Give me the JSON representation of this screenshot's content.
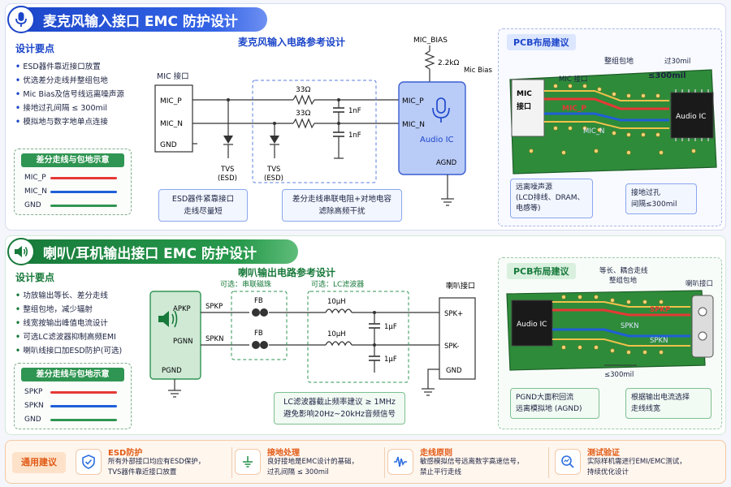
{
  "mic_section": {
    "title": "麦克风输入接口 EMC 防护设计",
    "points_title": "设计要点",
    "points": [
      "ESD器件靠近接口放置",
      "优选差分走线并整组包地",
      "Mic Bias及信号线远离噪声源",
      "接地过孔间隔 ≤ 300mil",
      "模拟地与数字地单点连接"
    ],
    "legend_title": "差分走线与包地示意",
    "legend": [
      {
        "label": "MIC_P",
        "color": "#e53935"
      },
      {
        "label": "MIC_N",
        "color": "#1e5fd8"
      },
      {
        "label": "GND",
        "color": "#2f9552"
      }
    ],
    "circuit_title": "麦克风输入电路参考设计",
    "connector_label": "MIC 接口",
    "pins": [
      "MIC_P",
      "MIC_N",
      "GND"
    ],
    "bias_label": "MIC_BIAS",
    "bias_resistor": "2.2kΩ",
    "bias_note": "Mic Bias",
    "series_resistor_p": "33Ω",
    "series_resistor_n": "33Ω",
    "cap_p": "1nF",
    "cap_n": "1nF",
    "tvs_label_1": "TVS",
    "tvs_label_2": "(ESD)",
    "ic_pin_p": "MIC_P",
    "ic_pin_n": "MIC_N",
    "ic_label": "Audio IC",
    "ic_gnd": "AGND",
    "note_esd": [
      "ESD器件紧靠接口",
      "走线尽量短"
    ],
    "note_filter": [
      "差分走线串联电阻+对地电容",
      "滤除高频干扰"
    ],
    "pcb_title": "PCB布局建议",
    "pcb_connector": [
      "MIC",
      "接口"
    ],
    "pcb_trace_label": "MIC 接口",
    "pcb_guard": "整组包地",
    "pcb_via_top": "过30mil",
    "pcb_via_spacing": "≤300mil",
    "pcb_trace_p": "MIC_P",
    "pcb_trace_n": "MIC_N",
    "pcb_ic": "Audio IC",
    "pcb_note_left": [
      "远离噪声源",
      "(LCD排线、DRAM、",
      "电感等)"
    ],
    "pcb_note_right": [
      "接地过孔",
      "间隔≤300mil"
    ]
  },
  "spk_section": {
    "title": "喇叭/耳机输出接口 EMC 防护设计",
    "points_title": "设计要点",
    "points": [
      "功放输出等长、差分走线",
      "整组包地，减少辐射",
      "线宽按输出峰值电流设计",
      "可选LC滤波器抑制高频EMI",
      "喇叭线接口加ESD防护(可选)"
    ],
    "legend_title": "差分走线与包地示意",
    "legend": [
      {
        "label": "SPKP",
        "color": "#e53935"
      },
      {
        "label": "SPKN",
        "color": "#1e5fd8"
      },
      {
        "label": "GND",
        "color": "#2f9552"
      }
    ],
    "circuit_title": "喇叭输出电路参考设计",
    "amp_pin_p": "APKP",
    "amp_pin_n": "PGNN",
    "amp_gnd": "PGND",
    "net_p": "SPKP",
    "net_n": "SPKN",
    "bead_title": "可选：串联磁珠",
    "bead_label": "FB",
    "lc_title": "可选：LC滤波器",
    "inductor": "10μH",
    "cap": "1μF",
    "connector_title": "喇叭接口",
    "connector_pins": [
      "SPK+",
      "SPK-",
      "GND"
    ],
    "note_lc": [
      "LC滤波器截止频率建议 ≥ 1MHz",
      "避免影响20Hz~20kHz音频信号"
    ],
    "pcb_title": "PCB布局建议",
    "pcb_label_top": [
      "等长、耦合走线",
      "整组包地"
    ],
    "pcb_connector_title": "喇叭接口",
    "pcb_ic": "Audio IC",
    "pcb_trace_p": "SPKP",
    "pcb_trace_n": "SPKN",
    "pcb_via_spacing": "≤300mil",
    "pcb_note_left": [
      "PGND大面积回流",
      "远离模拟地 (AGND)"
    ],
    "pcb_note_right": [
      "根据输出电流选择",
      "走线线宽"
    ]
  },
  "footer": {
    "label": "通用建议",
    "tips": [
      {
        "title": "ESD防护",
        "text": [
          "所有外部接口均应有ESD保护，",
          "TVS器件靠近接口放置"
        ],
        "icon": "shield-check-icon"
      },
      {
        "title": "接地处理",
        "text": [
          "良好接地是EMC设计的基础，",
          "过孔间隔 ≤ 300mil"
        ],
        "icon": "ground-icon"
      },
      {
        "title": "走线原则",
        "text": [
          "敏感模拟信号远离数字高速信号，",
          "禁止平行走线"
        ],
        "icon": "signal-wave-icon"
      },
      {
        "title": "测试验证",
        "text": [
          "实际样机需进行EMI/EMC测试，",
          "持续优化设计"
        ],
        "icon": "magnifier-chart-icon"
      }
    ]
  },
  "colors": {
    "mic_accent": "#1b45c9",
    "spk_accent": "#17793a",
    "footer_accent": "#e15b16",
    "pcb_green": "#2e8b3a",
    "trace_red": "#e53935",
    "trace_blue": "#1e5fd8"
  }
}
